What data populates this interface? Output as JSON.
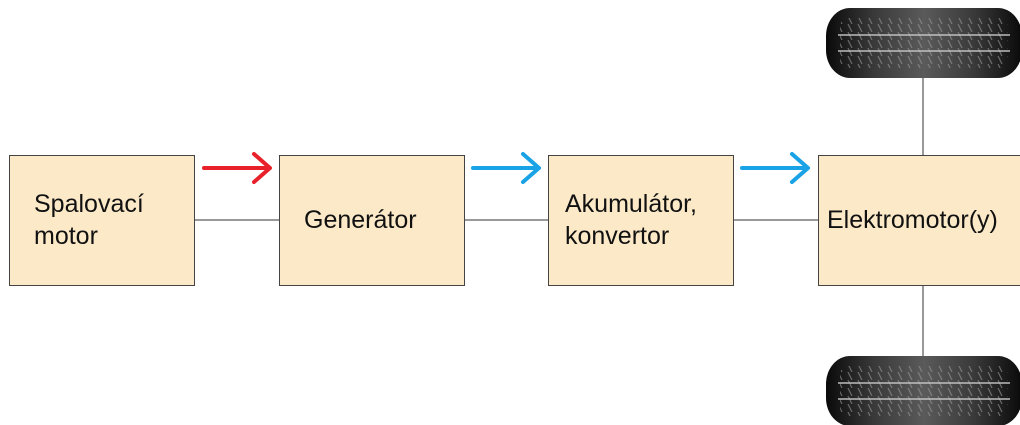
{
  "diagram": {
    "blocks": [
      {
        "id": "b1",
        "label": "Spalovací\nmotor"
      },
      {
        "id": "b2",
        "label": "Generátor"
      },
      {
        "id": "b3",
        "label": "Akumulátor,\nkonvertor"
      },
      {
        "id": "b4",
        "label": "Elektromotor(y)"
      }
    ],
    "arrows": [
      {
        "from": "b1",
        "to": "b2",
        "color": "#e8202a"
      },
      {
        "from": "b2",
        "to": "b3",
        "color": "#19a3e6"
      },
      {
        "from": "b3",
        "to": "b4",
        "color": "#19a3e6"
      }
    ],
    "wheels": [
      "tire-icon",
      "tire-icon"
    ],
    "colors": {
      "block_fill": "#fbe9c8",
      "block_border": "#444444",
      "mechanical": "#e8202a",
      "electrical": "#19a3e6"
    }
  }
}
